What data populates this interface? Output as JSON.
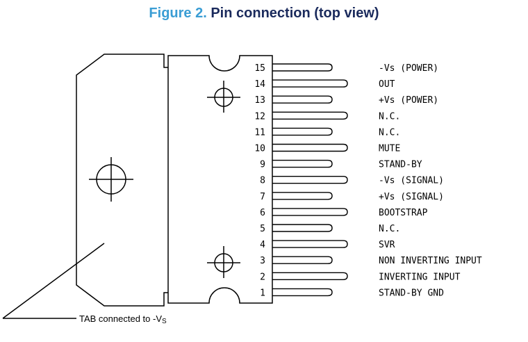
{
  "figure": {
    "label": "Figure 2.",
    "title": "Pin connection (top view)"
  },
  "pins": [
    {
      "number": "15",
      "name": "-Vs (POWER)",
      "long": false
    },
    {
      "number": "14",
      "name": "OUT",
      "long": true
    },
    {
      "number": "13",
      "name": "+Vs (POWER)",
      "long": false
    },
    {
      "number": "12",
      "name": "N.C.",
      "long": true
    },
    {
      "number": "11",
      "name": "N.C.",
      "long": false
    },
    {
      "number": "10",
      "name": "MUTE",
      "long": true
    },
    {
      "number": "9",
      "name": "STAND-BY",
      "long": false
    },
    {
      "number": "8",
      "name": "-Vs (SIGNAL)",
      "long": true
    },
    {
      "number": "7",
      "name": "+Vs (SIGNAL)",
      "long": false
    },
    {
      "number": "6",
      "name": "BOOTSTRAP",
      "long": true
    },
    {
      "number": "5",
      "name": "N.C.",
      "long": false
    },
    {
      "number": "4",
      "name": "SVR",
      "long": true
    },
    {
      "number": "3",
      "name": "NON INVERTING INPUT",
      "long": false
    },
    {
      "number": "2",
      "name": "INVERTING INPUT",
      "long": true
    },
    {
      "number": "1",
      "name": "STAND-BY GND",
      "long": false
    }
  ],
  "tab_label": {
    "main": "TAB connected to -V",
    "subscript": "S"
  }
}
